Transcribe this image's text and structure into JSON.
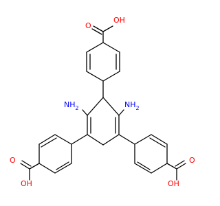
{
  "colors": {
    "bond": "#000000",
    "oxygen": "#ff0000",
    "nitrogen": "#0000ff"
  },
  "labels": {
    "o_top_double": "O",
    "oh_top": "OH",
    "nh2_left": "NH",
    "nh2_left_sub": "2",
    "nh2_right": "NH",
    "nh2_right_sub": "2",
    "o_left_double": "O",
    "oh_left": "OH",
    "o_right_double": "O",
    "oh_right": "OH"
  }
}
